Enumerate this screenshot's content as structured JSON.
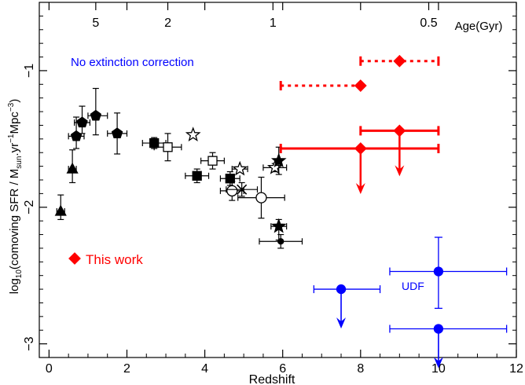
{
  "chart_data": {
    "type": "scatter",
    "title": "",
    "xlabel": "Redshift",
    "ylabel": "log10(comoving SFR / Msun.yr-1Mpc-3)",
    "xlim": [
      -0.25,
      12
    ],
    "ylim": [
      -3.1,
      -0.5
    ],
    "x_ticks": [
      0,
      2,
      4,
      6,
      8,
      10,
      12
    ],
    "y_ticks": [
      -1,
      -2,
      -3
    ],
    "top_axis": {
      "label": "Age(Gyr)",
      "ticks": [
        5,
        2,
        1,
        0.5
      ]
    },
    "annotations": {
      "extinction": "No extinction correction",
      "this_work": "This work",
      "udf": "UDF"
    },
    "colors": {
      "literature": "#000000",
      "this_work": "#ff0000",
      "udf": "#0000ff",
      "annotation": "#0000ff"
    },
    "series": [
      {
        "key": "literature",
        "color": "#000000",
        "points": [
          {
            "x": 0.3,
            "y": -2.03,
            "xerr": [
              0.1,
              0.1
            ],
            "yerr": [
              0.06,
              0.12
            ],
            "marker": "triangle",
            "filled": true
          },
          {
            "x": 0.6,
            "y": -1.72,
            "xerr": [
              0.1,
              0.1
            ],
            "yerr": [
              0.1,
              0.14
            ],
            "marker": "triangle",
            "filled": true
          },
          {
            "x": 0.7,
            "y": -1.48,
            "xerr": [
              0.2,
              0.2
            ],
            "yerr": [
              0.09,
              0.14
            ],
            "marker": "pentagon",
            "filled": true
          },
          {
            "x": 0.85,
            "y": -1.38,
            "xerr": [
              0.2,
              0.2
            ],
            "yerr": [
              0.08,
              0.12
            ],
            "marker": "pentagon",
            "filled": true
          },
          {
            "x": 1.2,
            "y": -1.33,
            "xerr": [
              0.2,
              0.3
            ],
            "yerr": [
              0.14,
              0.2
            ],
            "marker": "pentagon",
            "filled": true
          },
          {
            "x": 1.75,
            "y": -1.46,
            "xerr": [
              0.25,
              0.25
            ],
            "yerr": [
              0.15,
              0.15
            ],
            "marker": "pentagon",
            "filled": true
          },
          {
            "x": 2.7,
            "y": -1.53,
            "xerr": [
              0.3,
              0.3
            ],
            "yerr": [
              0.04,
              0.04
            ],
            "marker": "square",
            "filled": true
          },
          {
            "x": 3.05,
            "y": -1.56,
            "xerr": [
              0.35,
              0.35
            ],
            "yerr": [
              0.1,
              0.1
            ],
            "marker": "square",
            "filled": false
          },
          {
            "x": 3.8,
            "y": -1.77,
            "xerr": [
              0.3,
              0.3
            ],
            "yerr": [
              0.05,
              0.05
            ],
            "marker": "square",
            "filled": true
          },
          {
            "x": 4.2,
            "y": -1.66,
            "xerr": [
              0.3,
              0.3
            ],
            "yerr": [
              0.06,
              0.06
            ],
            "marker": "square",
            "filled": false
          },
          {
            "x": 4.65,
            "y": -1.79,
            "xerr": [
              0.25,
              0.25
            ],
            "yerr": [
              0.05,
              0.05
            ],
            "marker": "square",
            "filled": true
          },
          {
            "x": 3.7,
            "y": -1.47,
            "xerr": [
              0,
              0
            ],
            "yerr": [
              0,
              0
            ],
            "marker": "star",
            "filled": false
          },
          {
            "x": 4.9,
            "y": -1.72,
            "xerr": [
              0.2,
              0.2
            ],
            "yerr": [
              0,
              0
            ],
            "marker": "star",
            "filled": false
          },
          {
            "x": 5.8,
            "y": -1.71,
            "xerr": [
              0.3,
              0.3
            ],
            "yerr": [
              0.03,
              0.03
            ],
            "marker": "star",
            "filled": false
          },
          {
            "x": 4.7,
            "y": -1.88,
            "xerr": [
              0.3,
              0.3
            ],
            "yerr": [
              0.07,
              0.07
            ],
            "marker": "circle",
            "filled": false
          },
          {
            "x": 4.95,
            "y": -1.87,
            "xerr": [
              0.4,
              0.4
            ],
            "yerr": [
              0.05,
              0.05
            ],
            "marker": "cross",
            "filled": false
          },
          {
            "x": 5.45,
            "y": -1.93,
            "xerr": [
              0.6,
              0.6
            ],
            "yerr": [
              0.15,
              0.15
            ],
            "marker": "circle",
            "filled": false
          },
          {
            "x": 5.9,
            "y": -1.66,
            "xerr": [
              0,
              0
            ],
            "yerr": [
              0.1,
              0.1
            ],
            "marker": "star",
            "filled": true
          },
          {
            "x": 5.9,
            "y": -2.14,
            "xerr": [
              0.2,
              0.2
            ],
            "yerr": [
              0.1,
              0.05
            ],
            "marker": "star",
            "filled": true
          },
          {
            "x": 5.95,
            "y": -2.25,
            "xerr": [
              0.55,
              0.55
            ],
            "yerr": [
              0.05,
              0.05
            ],
            "marker": "circle",
            "filled": true,
            "small": true
          }
        ]
      },
      {
        "key": "this_work",
        "color": "#ff0000",
        "points": [
          {
            "x": 8,
            "y": -1.11,
            "x_from": 5.95,
            "x_to": 8,
            "x_style": "dotted",
            "upper_limit": false,
            "marker": "diamond"
          },
          {
            "x": 9,
            "y": -0.93,
            "x_from": 8,
            "x_to": 10,
            "x_style": "dotted",
            "upper_limit": false,
            "marker": "diamond"
          },
          {
            "x": 8,
            "y": -1.57,
            "x_from": 5.95,
            "x_to": 10,
            "x_style": "solid",
            "upper_limit": true,
            "marker": "diamond"
          },
          {
            "x": 9,
            "y": -1.44,
            "x_from": 8,
            "x_to": 10,
            "x_style": "solid",
            "upper_limit": true,
            "marker": "diamond"
          }
        ]
      },
      {
        "key": "udf",
        "color": "#0000ff",
        "points": [
          {
            "x": 7.5,
            "y": -2.6,
            "x_from": 6.8,
            "x_to": 8.5,
            "upper_limit": true,
            "marker": "circle"
          },
          {
            "x": 10,
            "y": -2.47,
            "x_from": 8.75,
            "x_to": 11.75,
            "y_from": -2.74,
            "y_to": -2.22,
            "upper_limit": false,
            "marker": "circle"
          },
          {
            "x": 10,
            "y": -2.89,
            "x_from": 8.75,
            "x_to": 11.75,
            "upper_limit": true,
            "marker": "circle"
          }
        ]
      }
    ]
  }
}
